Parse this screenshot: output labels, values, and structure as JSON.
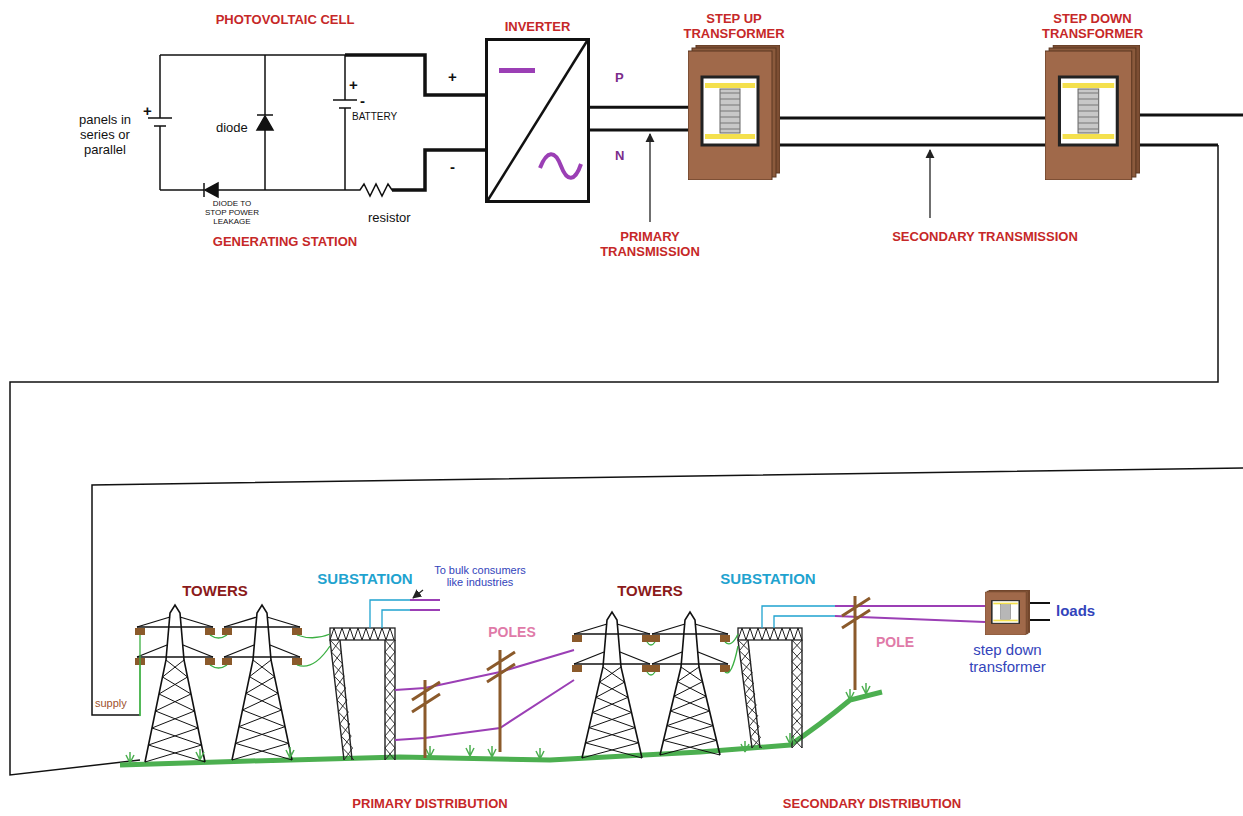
{
  "diagram": {
    "nodes": [
      {
        "text": [
          "INVERTER"
        ]
      },
      {
        "text": [
          "STEP UP TRANSFORMER"
        ]
      },
      {
        "text": [
          "STEP DOWN TRANSFORMER"
        ]
      },
      {
        "text": [
          "step down transformer"
        ]
      }
    ],
    "edges": [
      {
        "from": 0,
        "to": 1,
        "arrow": "none"
      },
      {
        "from": 1,
        "to": 2,
        "arrow": "none"
      }
    ],
    "labels": [
      "PHOTOVOLTAIC CELL",
      "+",
      "panels in series or parallel",
      "diode",
      "+",
      "-",
      "BATTERY",
      "DIODE TO STOP POWER LEAKAGE",
      "resistor",
      "GENERATING STATION",
      "+",
      "-",
      "P",
      "N",
      "PRIMARY TRANSMISSION",
      "SECONDARY TRANSMISSION",
      "TOWERS",
      "SUBSTATION",
      "To bulk consumers like industries",
      "POLES",
      "TOWERS",
      "SUBSTATION",
      "POLE",
      "supply",
      "loads",
      "PRIMARY DISTRIBUTION",
      "SECONDARY DISTRIBUTION"
    ]
  }
}
